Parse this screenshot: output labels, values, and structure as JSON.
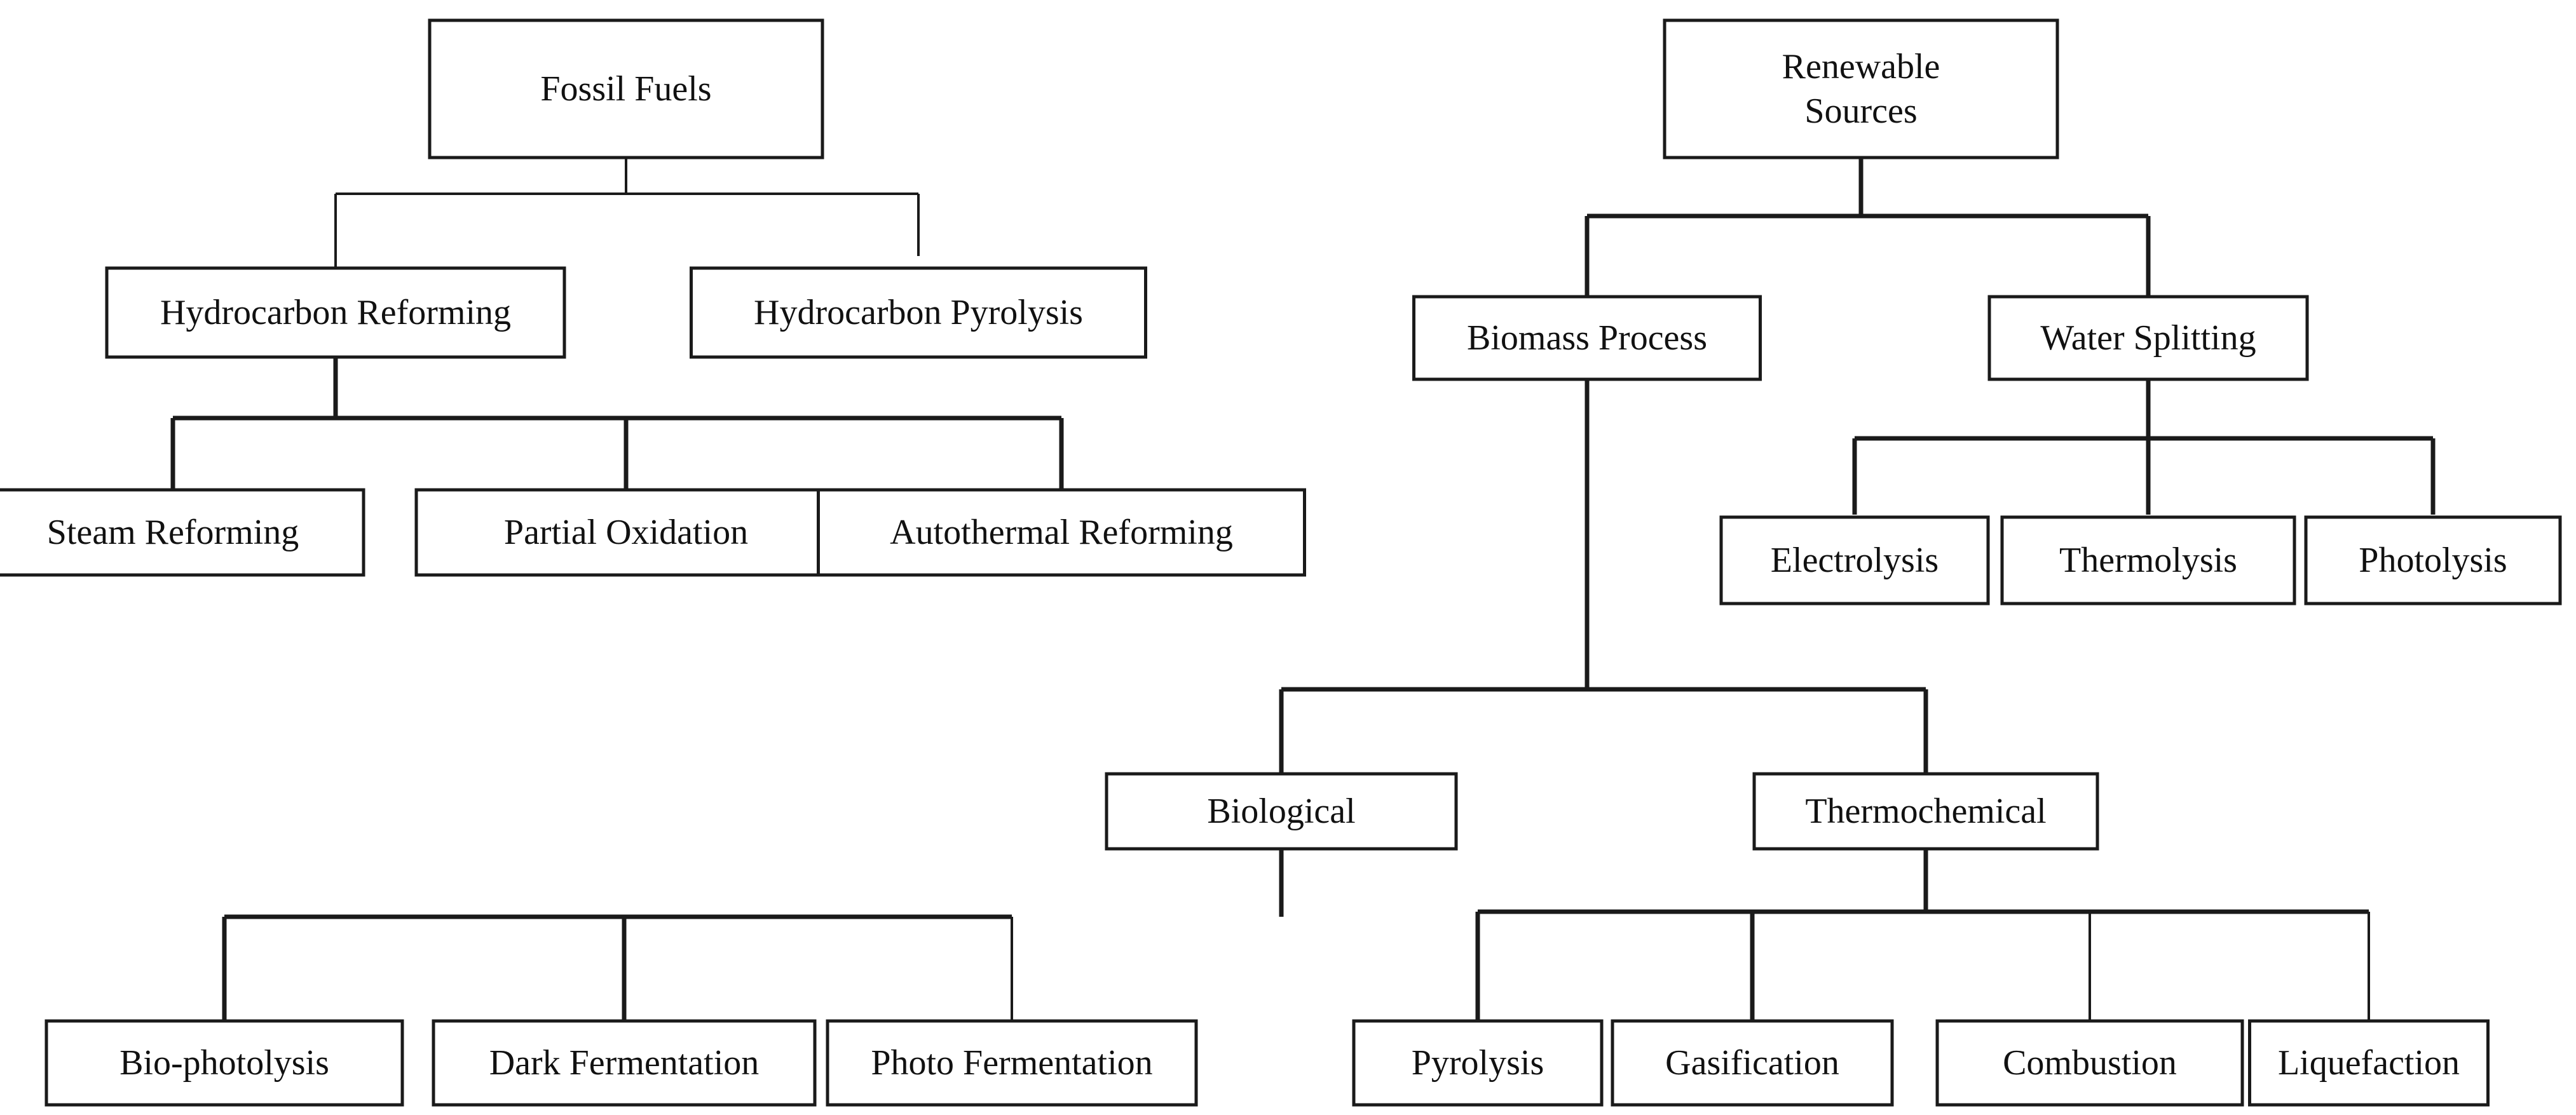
{
  "nodes": {
    "fossil_fuels": {
      "lines": [
        "Fossil Fuels"
      ]
    },
    "renewable_sources": {
      "lines": [
        "Renewable",
        "Sources"
      ]
    },
    "hydrocarbon_reforming": {
      "lines": [
        "Hydrocarbon Reforming"
      ]
    },
    "hydrocarbon_pyrolysis": {
      "lines": [
        "Hydrocarbon Pyrolysis"
      ]
    },
    "steam_reforming": {
      "lines": [
        "Steam Reforming"
      ]
    },
    "partial_oxidation": {
      "lines": [
        "Partial Oxidation"
      ]
    },
    "autothermal_reforming": {
      "lines": [
        "Autothermal Reforming"
      ]
    },
    "biomass_process": {
      "lines": [
        "Biomass Process"
      ]
    },
    "water_splitting": {
      "lines": [
        "Water Splitting"
      ]
    },
    "electrolysis": {
      "lines": [
        "Electrolysis"
      ]
    },
    "thermolysis": {
      "lines": [
        "Thermolysis"
      ]
    },
    "photolysis": {
      "lines": [
        "Photolysis"
      ]
    },
    "biological": {
      "lines": [
        "Biological"
      ]
    },
    "thermochemical": {
      "lines": [
        "Thermochemical"
      ]
    },
    "bio_photolysis": {
      "lines": [
        "Bio-photolysis"
      ]
    },
    "dark_fermentation": {
      "lines": [
        "Dark Fermentation"
      ]
    },
    "photo_fermentation": {
      "lines": [
        "Photo Fermentation"
      ]
    },
    "pyrolysis": {
      "lines": [
        "Pyrolysis"
      ]
    },
    "gasification": {
      "lines": [
        "Gasification"
      ]
    },
    "combustion": {
      "lines": [
        "Combustion"
      ]
    },
    "liquefaction": {
      "lines": [
        "Liquefaction"
      ]
    }
  },
  "edges": [
    {
      "from": "fossil_fuels",
      "to": [
        "hydrocarbon_reforming",
        "hydrocarbon_pyrolysis"
      ]
    },
    {
      "from": "hydrocarbon_reforming",
      "to": [
        "steam_reforming",
        "partial_oxidation",
        "autothermal_reforming"
      ]
    },
    {
      "from": "renewable_sources",
      "to": [
        "biomass_process",
        "water_splitting"
      ]
    },
    {
      "from": "water_splitting",
      "to": [
        "electrolysis",
        "thermolysis",
        "photolysis"
      ]
    },
    {
      "from": "biomass_process",
      "to": [
        "biological",
        "thermochemical"
      ]
    },
    {
      "from": "biological",
      "to": [
        "bio_photolysis",
        "dark_fermentation",
        "photo_fermentation"
      ]
    },
    {
      "from": "thermochemical",
      "to": [
        "pyrolysis",
        "gasification",
        "combustion",
        "liquefaction"
      ]
    }
  ]
}
